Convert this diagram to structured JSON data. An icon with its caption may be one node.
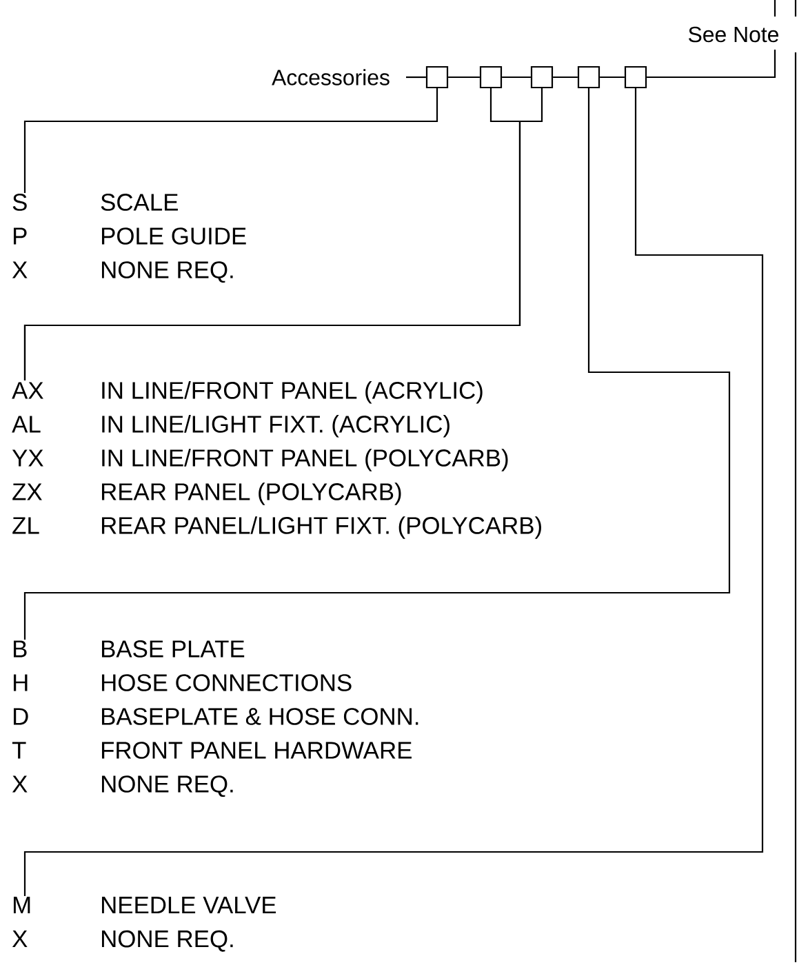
{
  "diagram": {
    "nodes": [
      {
        "text": [
          "Accessories"
        ]
      },
      {
        "text": [],
        "shape": "box"
      },
      {
        "text": [],
        "shape": "box"
      },
      {
        "text": [],
        "shape": "box"
      },
      {
        "text": [],
        "shape": "box"
      },
      {
        "text": [],
        "shape": "box"
      },
      {
        "text": [
          "See Note"
        ]
      },
      {
        "text": [
          "S",
          "SCALE",
          "P",
          "POLE GUIDE",
          "X",
          "NONE REQ."
        ]
      },
      {
        "text": [
          "AX",
          "IN LINE/FRONT PANEL (ACRYLIC)",
          "AL",
          "IN LINE/LIGHT FIXT. (ACRYLIC)",
          "YX",
          "IN LINE/FRONT PANEL (POLYCARB)",
          "ZX",
          "REAR PANEL (POLYCARB)",
          "ZL",
          "REAR PANEL/LIGHT FIXT. (POLYCARB)"
        ]
      },
      {
        "text": [
          "B",
          "BASE PLATE",
          "H",
          "HOSE CONNECTIONS",
          "D",
          "BASEPLATE & HOSE CONN.",
          "T",
          "FRONT PANEL HARDWARE",
          "X",
          "NONE REQ."
        ]
      },
      {
        "text": [
          "M",
          "NEEDLE VALVE",
          "X",
          "NONE REQ."
        ]
      }
    ],
    "edges": [
      {
        "from": 0,
        "to": 1,
        "arrow": "none"
      },
      {
        "from": 1,
        "to": 2,
        "arrow": "none"
      },
      {
        "from": 2,
        "to": 3,
        "arrow": "none"
      },
      {
        "from": 3,
        "to": 4,
        "arrow": "none"
      },
      {
        "from": 4,
        "to": 5,
        "arrow": "none"
      },
      {
        "from": 5,
        "to": 6,
        "arrow": "none"
      },
      {
        "from": 1,
        "to": 7,
        "arrow": "none"
      },
      {
        "from": 2,
        "to": 8,
        "arrow": "none"
      },
      {
        "from": 3,
        "to": 8,
        "arrow": "none"
      },
      {
        "from": 4,
        "to": 9,
        "arrow": "none"
      },
      {
        "from": 5,
        "to": 10,
        "arrow": "none"
      }
    ]
  }
}
